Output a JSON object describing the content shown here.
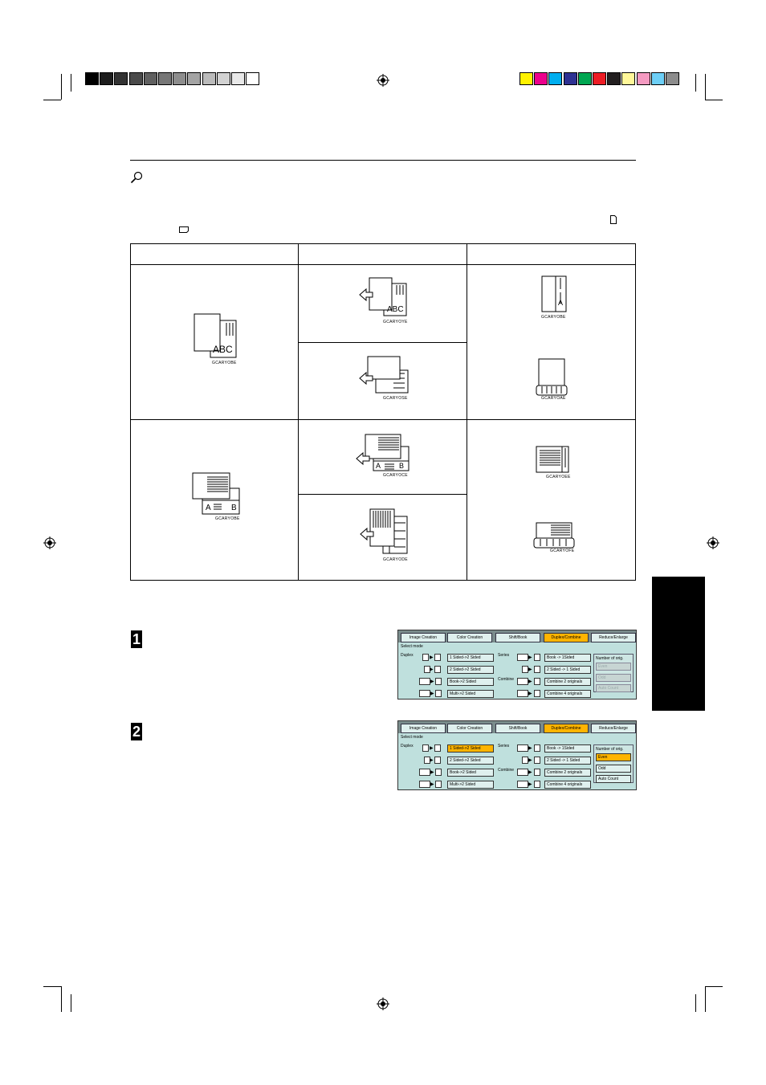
{
  "color_bar_left": [
    "#000000",
    "#1d1d1d",
    "#333333",
    "#4a4a4a",
    "#606060",
    "#777777",
    "#8d8d8d",
    "#a4a4a4",
    "#bbbbbb",
    "#d2d2d2",
    "#e8e8e8",
    "#ffffff"
  ],
  "color_bar_right": [
    "#fff200",
    "#ec008c",
    "#00aeef",
    "#2e3192",
    "#00a651",
    "#ed1c24",
    "#231f20",
    "#fff799",
    "#f49ac1",
    "#6dcff6",
    "#8c8c8c"
  ],
  "figure_codes": {
    "r1c1": "GCARYOBE",
    "r1c2a": "GCARYOYE",
    "r1c2b": "GCARYOSE",
    "r1c3a": "GCARYOBE",
    "r1c3b": "GCARYOAE",
    "r2c1": "GCARYOBE",
    "r2c2a": "GCARYOCE",
    "r2c2b": "GCARYODE",
    "r2c3a": "GCARYOEE",
    "r2c3b": "GCARYOFE"
  },
  "letters": {
    "abc": "ABC",
    "a": "A",
    "b": "B",
    "bc": "BC"
  },
  "steps": [
    "1",
    "2"
  ],
  "panel": {
    "tabs": [
      "Image Creation",
      "Color Creation",
      "Shift/Book",
      "Duplex/Combine",
      "Reduce/Enlarge"
    ],
    "select_mode": "Select mode",
    "duplex_label": "Duplex",
    "series_label": "Series",
    "combine_label": "Combine",
    "duplex_buttons": [
      "1 Sided->2 Sided",
      "2 Sided->2 Sided",
      "Book->2 Sided",
      "Multi->2 Sided"
    ],
    "series_buttons": [
      "Book -> 1Sided",
      "2 Sided -> 1 Sided"
    ],
    "combine_buttons": [
      "Combine 2 originals",
      "Combine 4 originals"
    ],
    "number_of_orig": "Number of orig.",
    "orig_buttons": [
      "Even",
      "Odd",
      "Auto Count"
    ]
  },
  "colors": {
    "panel_bg": "#bfe0dd",
    "selected": "#ffb400",
    "tab_active": "#ffb400"
  }
}
